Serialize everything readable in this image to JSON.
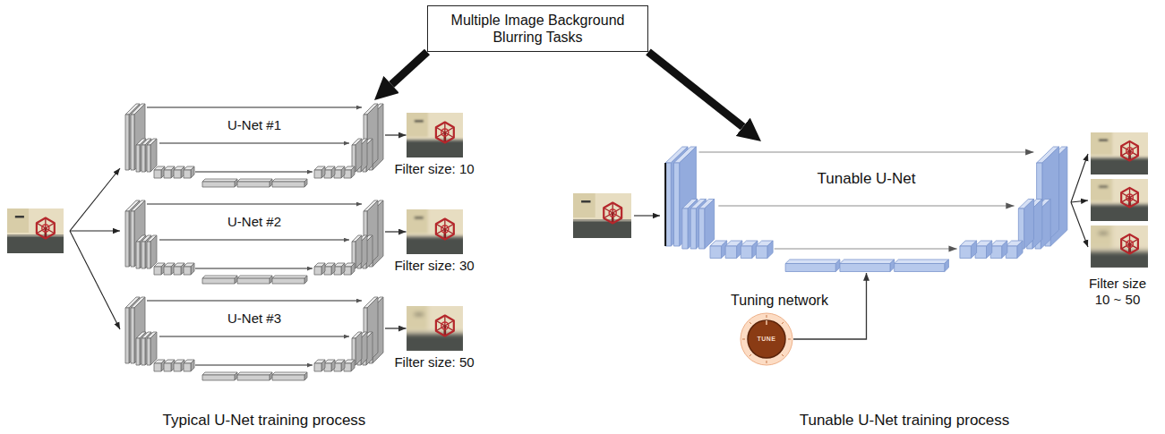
{
  "diagram": {
    "nodes": [
      {
        "text": [
          "Multiple Image Background Blurring Tasks"
        ]
      },
      {
        "text": [
          "U-Net #1"
        ]
      },
      {
        "text": [
          "Filter size: 10"
        ]
      },
      {
        "text": [
          "U-Net #2"
        ]
      },
      {
        "text": [
          "Filter size: 30"
        ]
      },
      {
        "text": [
          "U-Net #3"
        ]
      },
      {
        "text": [
          "Filter size: 50"
        ]
      },
      {
        "text": [
          "Tunable U-Net"
        ]
      },
      {
        "text": [
          "Tuning network",
          "TUNE"
        ]
      }
    ],
    "edges": [
      {
        "from": 0,
        "to": 1,
        "arrow": "to"
      },
      {
        "from": 0,
        "to": 7,
        "arrow": "to"
      },
      {
        "from": 1,
        "to": 2,
        "arrow": "to"
      },
      {
        "from": 3,
        "to": 4,
        "arrow": "to"
      },
      {
        "from": 5,
        "to": 6,
        "arrow": "to"
      },
      {
        "from": 8,
        "to": 7,
        "arrow": "to"
      }
    ],
    "labels": [
      "Filter size 10 ~ 50",
      "Typical U-Net training process",
      "Tunable U-Net training process"
    ]
  }
}
